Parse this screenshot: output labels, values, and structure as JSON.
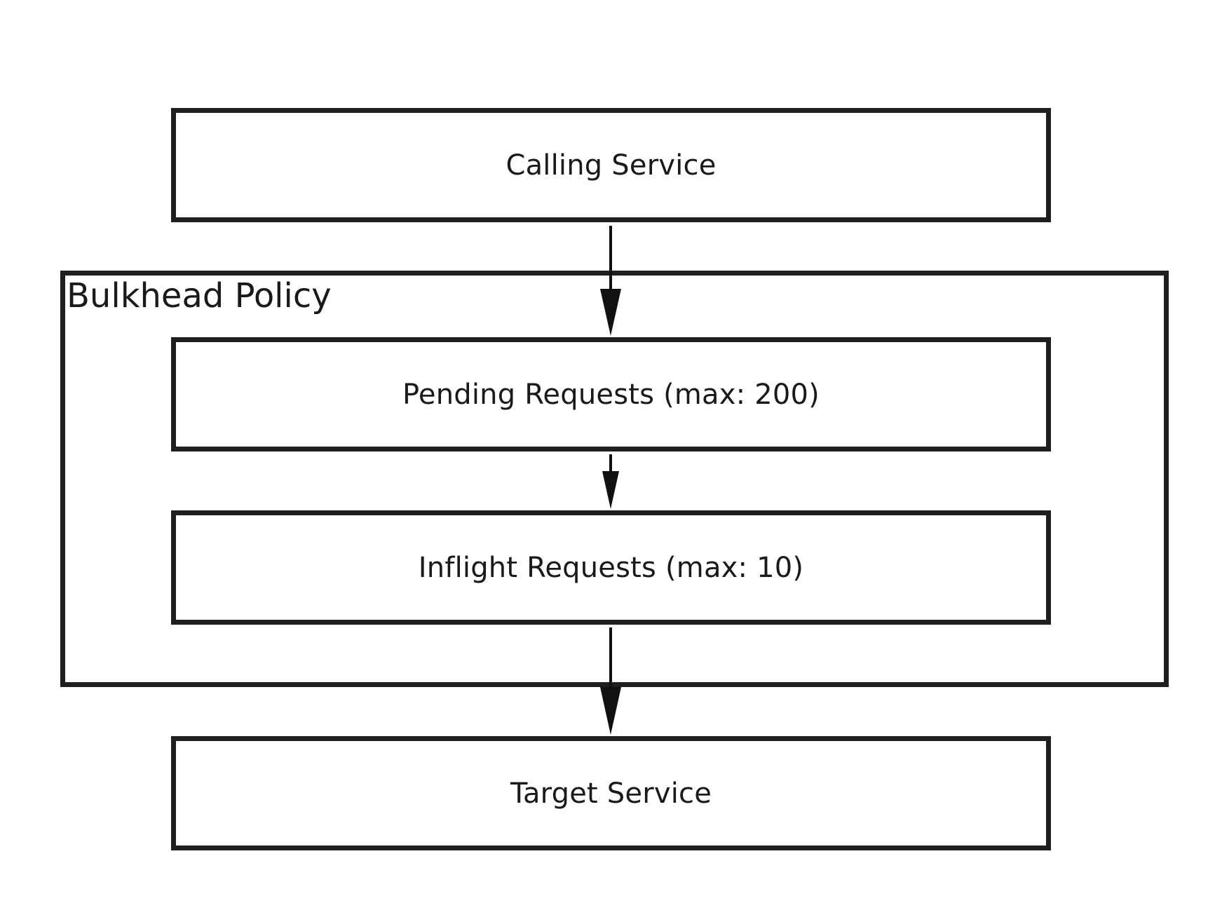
{
  "diagram": {
    "group": {
      "label": "Bulkhead Policy"
    },
    "nodes": {
      "calling_service": "Calling Service",
      "pending_requests": "Pending Requests (max: 200)",
      "inflight_requests": "Inflight Requests (max: 10)",
      "target_service": "Target Service"
    },
    "edges": [
      {
        "from": "calling_service",
        "to": "pending_requests"
      },
      {
        "from": "pending_requests",
        "to": "inflight_requests"
      },
      {
        "from": "inflight_requests",
        "to": "target_service"
      }
    ],
    "colors": {
      "stroke": "#1f1f1f",
      "text": "#1a1a1a",
      "background": "#ffffff"
    }
  }
}
